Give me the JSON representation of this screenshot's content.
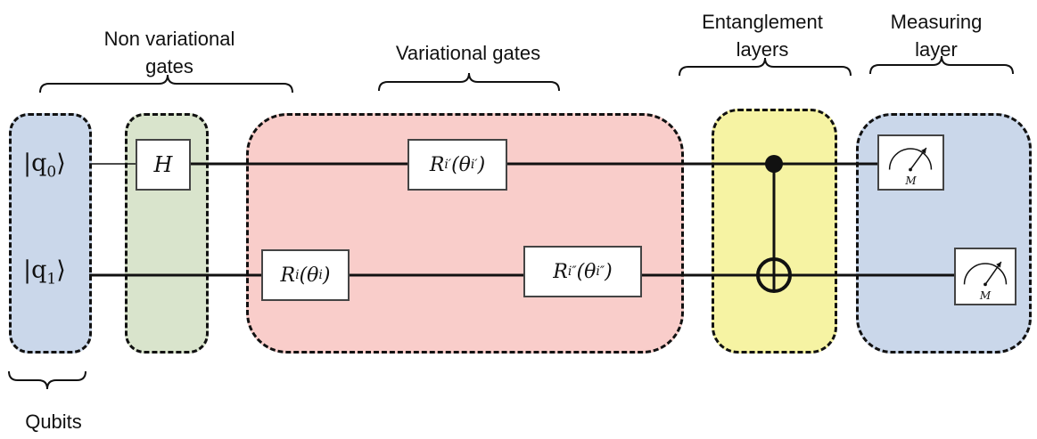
{
  "sections": {
    "non_variational": "Non variational gates",
    "non_variational_lines": [
      "Non variational",
      "gates"
    ],
    "variational": "Variational gates",
    "entanglement_lines": [
      "Entanglement",
      "layers"
    ],
    "measuring_lines": [
      "Measuring",
      "layer"
    ],
    "qubits": "Qubits"
  },
  "qubits": [
    {
      "ket": "|q",
      "index": "0"
    },
    {
      "ket": "|q",
      "index": "1"
    }
  ],
  "gates": {
    "hadamard": "H",
    "rotation_q0": {
      "base": "R",
      "sub": "i′",
      "angle": "θ",
      "angle_sub": "i′"
    },
    "rotation_q1_first": {
      "base": "R",
      "sub": "i",
      "angle": "θ",
      "angle_sub": "i"
    },
    "rotation_q1_second": {
      "base": "R",
      "sub": "i″",
      "angle": "θ",
      "angle_sub": "i″"
    }
  },
  "measurement": {
    "label": "M"
  },
  "colors": {
    "qubits_box": "#cad7ea",
    "nonvar_box": "#d9e4cc",
    "var_box": "#f9cdca",
    "entangle_box": "#f6f3a3",
    "measure_box": "#cad7ea"
  }
}
